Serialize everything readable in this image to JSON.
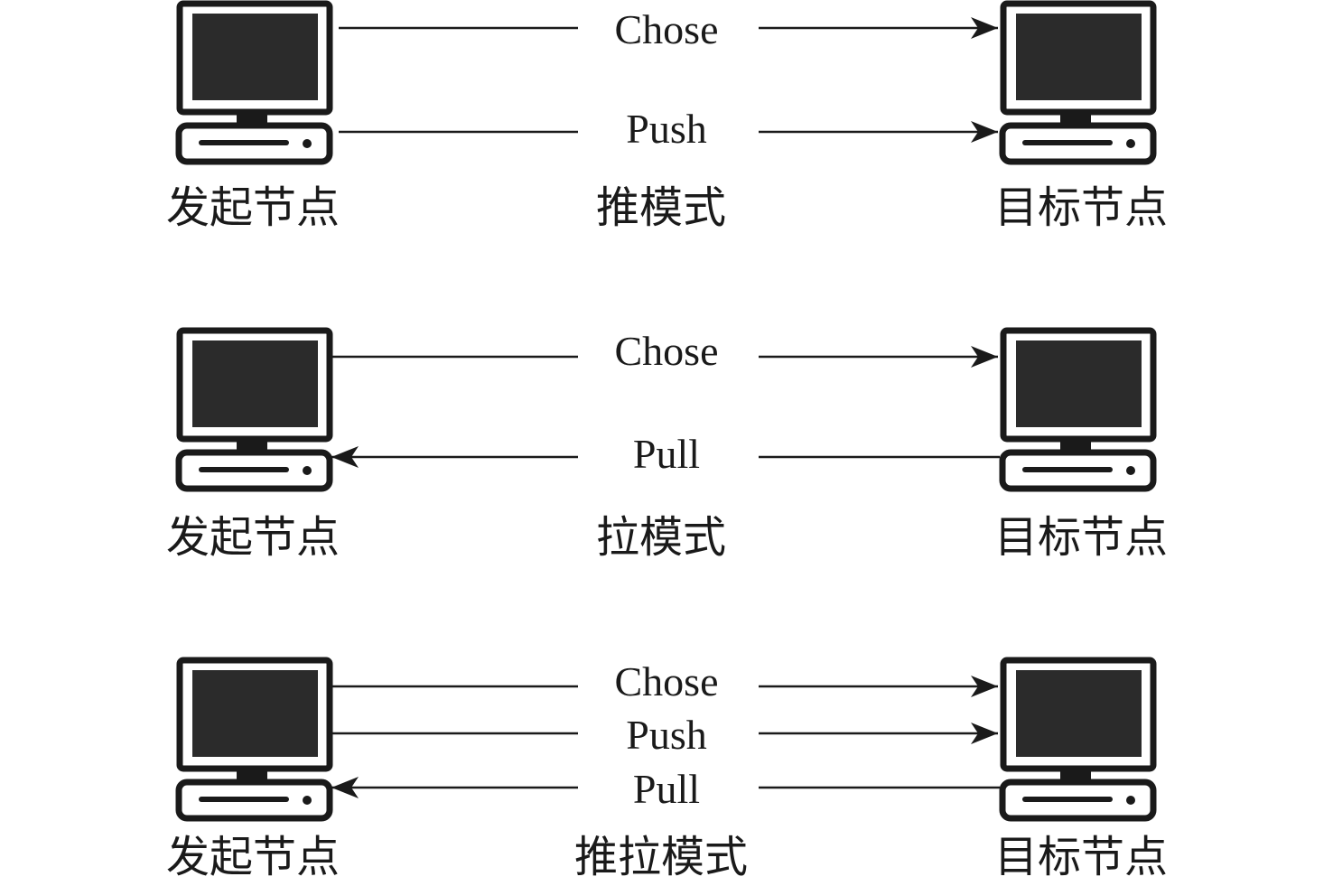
{
  "rows": [
    {
      "mode": "推模式",
      "source": "发起节点",
      "target": "目标节点",
      "messages": [
        "Chose",
        "Push"
      ]
    },
    {
      "mode": "拉模式",
      "source": "发起节点",
      "target": "目标节点",
      "messages": [
        "Chose",
        "Pull"
      ]
    },
    {
      "mode": "推拉模式",
      "source": "发起节点",
      "target": "目标节点",
      "messages": [
        "Chose",
        "Push",
        "Pull"
      ]
    }
  ],
  "colors": {
    "ink": "#1a1a1a",
    "screen": "#2b2b2b"
  }
}
